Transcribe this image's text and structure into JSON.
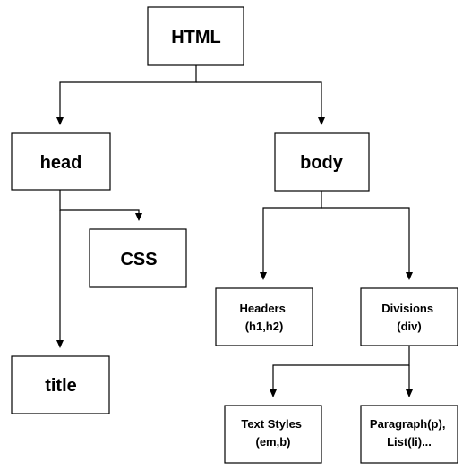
{
  "nodes": [
    {
      "id": "html",
      "lines": [
        "HTML"
      ]
    },
    {
      "id": "head",
      "lines": [
        "head"
      ]
    },
    {
      "id": "body",
      "lines": [
        "body"
      ]
    },
    {
      "id": "css",
      "lines": [
        "CSS"
      ]
    },
    {
      "id": "title",
      "lines": [
        "title"
      ]
    },
    {
      "id": "headers",
      "lines": [
        "Headers",
        "(h1,h2)"
      ]
    },
    {
      "id": "divisions",
      "lines": [
        "Divisions",
        "(div)"
      ]
    },
    {
      "id": "text-styles",
      "lines": [
        "Text Styles",
        "(em,b)"
      ]
    },
    {
      "id": "paragraph",
      "lines": [
        "Paragraph(p),",
        "List(li)..."
      ]
    }
  ],
  "edges": [
    {
      "from": "html",
      "to": "head"
    },
    {
      "from": "html",
      "to": "body"
    },
    {
      "from": "head",
      "to": "css"
    },
    {
      "from": "head",
      "to": "title"
    },
    {
      "from": "body",
      "to": "headers"
    },
    {
      "from": "body",
      "to": "divisions"
    },
    {
      "from": "divisions",
      "to": "text-styles"
    },
    {
      "from": "divisions",
      "to": "paragraph"
    }
  ],
  "colors": {
    "box_stroke": "#000000",
    "box_fill": "#ffffff",
    "text": "#000000",
    "background": "#ffffff"
  }
}
